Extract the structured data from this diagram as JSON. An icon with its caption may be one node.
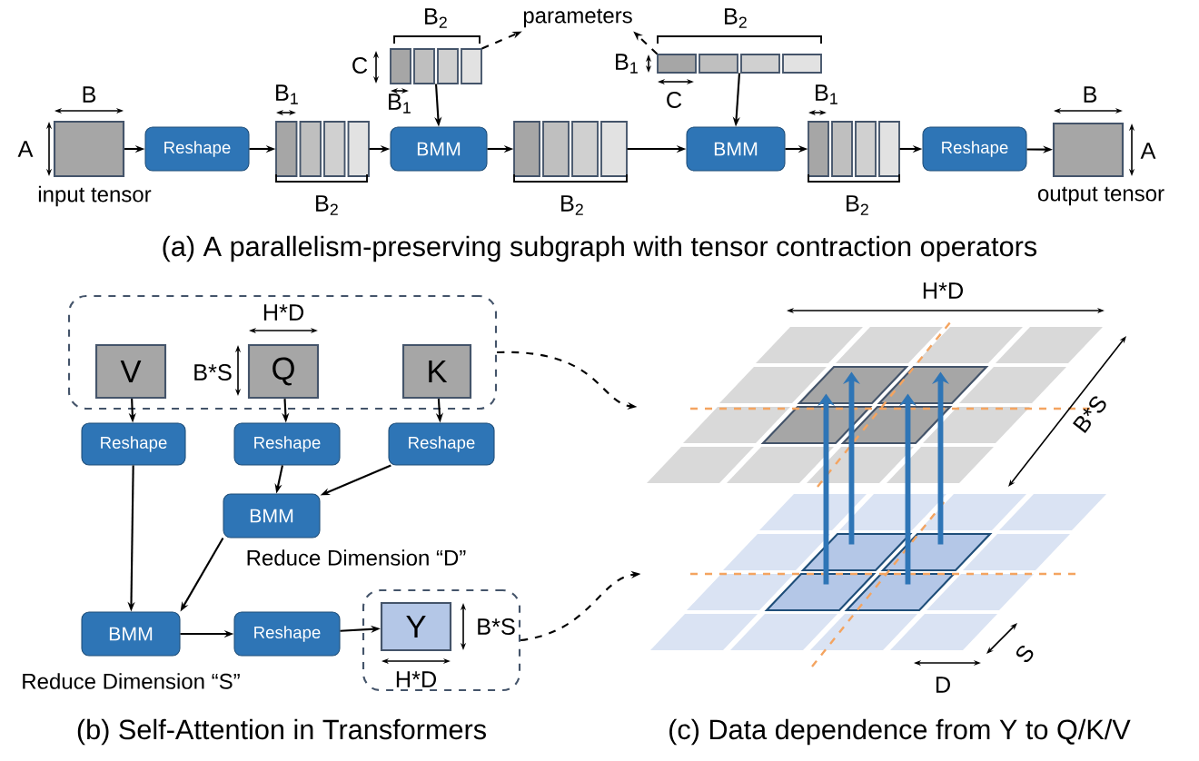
{
  "diagram": {
    "nodes": [
      {
        "text": [],
        "shape": "box",
        "beside": [
          "input tensor"
        ]
      },
      {
        "text": [
          "Reshape"
        ]
      },
      {
        "text": [],
        "shape": "bar"
      },
      {
        "text": [
          "BMM"
        ]
      },
      {
        "text": [],
        "shape": "bar"
      },
      {
        "text": [],
        "shape": "bar"
      },
      {
        "text": [
          "BMM"
        ]
      },
      {
        "text": [],
        "shape": "bar"
      },
      {
        "text": [],
        "shape": "bar"
      },
      {
        "text": [
          "Reshape"
        ]
      },
      {
        "text": [],
        "shape": "box",
        "beside": [
          "output tensor"
        ]
      },
      {
        "text": [
          "parameters"
        ]
      },
      {
        "text": [],
        "shape": "box"
      },
      {
        "text": [
          "V"
        ],
        "in": 12
      },
      {
        "text": [
          "Q"
        ],
        "in": 12
      },
      {
        "text": [
          "K"
        ],
        "in": 12
      },
      {
        "text": [
          "Reshape"
        ]
      },
      {
        "text": [
          "Reshape"
        ]
      },
      {
        "text": [
          "Reshape"
        ]
      },
      {
        "text": [
          "BMM"
        ],
        "beside": [
          "Reduce Dimension “D”"
        ]
      },
      {
        "text": [
          "BMM"
        ],
        "beside": [
          "Reduce Dimension “S”"
        ]
      },
      {
        "text": [
          "Reshape"
        ]
      },
      {
        "text": [],
        "shape": "box"
      },
      {
        "text": [
          "Y"
        ],
        "in": 22
      },
      {
        "text": [],
        "shape": "picture"
      },
      {
        "text": [],
        "shape": "picture"
      }
    ],
    "edges": [
      {
        "from": 0,
        "to": 1,
        "arrow": "to"
      },
      {
        "from": 1,
        "to": 2,
        "arrow": "to"
      },
      {
        "from": 2,
        "to": 3,
        "arrow": "to"
      },
      {
        "from": 3,
        "to": 5,
        "arrow": "to"
      },
      {
        "from": 5,
        "to": 6,
        "arrow": "to"
      },
      {
        "from": 6,
        "to": 8,
        "arrow": "to"
      },
      {
        "from": 8,
        "to": 9,
        "arrow": "to"
      },
      {
        "from": 9,
        "to": 10,
        "arrow": "to"
      },
      {
        "from": 4,
        "to": 3,
        "arrow": "to"
      },
      {
        "from": 7,
        "to": 6,
        "arrow": "to"
      },
      {
        "from": 4,
        "to": 11,
        "arrow": "to",
        "style": "dashed"
      },
      {
        "from": 7,
        "to": 11,
        "arrow": "to",
        "style": "dashed"
      },
      {
        "from": 13,
        "to": 16,
        "arrow": "to"
      },
      {
        "from": 14,
        "to": 17,
        "arrow": "to"
      },
      {
        "from": 15,
        "to": 18,
        "arrow": "to"
      },
      {
        "from": 17,
        "to": 19,
        "arrow": "to"
      },
      {
        "from": 18,
        "to": 19,
        "arrow": "to"
      },
      {
        "from": 16,
        "to": 20,
        "arrow": "to"
      },
      {
        "from": 19,
        "to": 20,
        "arrow": "to"
      },
      {
        "from": 20,
        "to": 21,
        "arrow": "to"
      },
      {
        "from": 21,
        "to": 23,
        "arrow": "to"
      },
      {
        "from": 12,
        "to": 24,
        "arrow": "to",
        "style": "dashed"
      },
      {
        "from": 22,
        "to": 25,
        "arrow": "to",
        "style": "dashed"
      },
      {
        "from": 25,
        "to": 24,
        "arrow": "to",
        "style": "thick",
        "color": "#2e75b6"
      },
      {
        "from": 25,
        "to": 24,
        "arrow": "to",
        "style": "thick",
        "color": "#2e75b6"
      },
      {
        "from": 25,
        "to": 24,
        "arrow": "to",
        "style": "thick",
        "color": "#2e75b6"
      },
      {
        "from": 25,
        "to": 24,
        "arrow": "to",
        "style": "thick",
        "color": "#2e75b6"
      }
    ],
    "labels": [
      "B",
      "A",
      "B$_{1}$",
      "B$_{2}$",
      "B$_{2}$",
      "C",
      "B$_{1}$",
      "B$_{2}$",
      "B$_{2}$",
      "B$_{1}$",
      "C",
      "B$_{1}$",
      "B$_{2}$",
      "B",
      "A",
      "(a) A parallelism-preserving subgraph with tensor contraction operators",
      "H*D",
      "B*S",
      "B*S",
      "H*D",
      "H*D",
      "B*S",
      "S",
      "D",
      "(b) Self-Attention in Transformers",
      "(c) Data dependence from Y to Q/K/V"
    ]
  }
}
